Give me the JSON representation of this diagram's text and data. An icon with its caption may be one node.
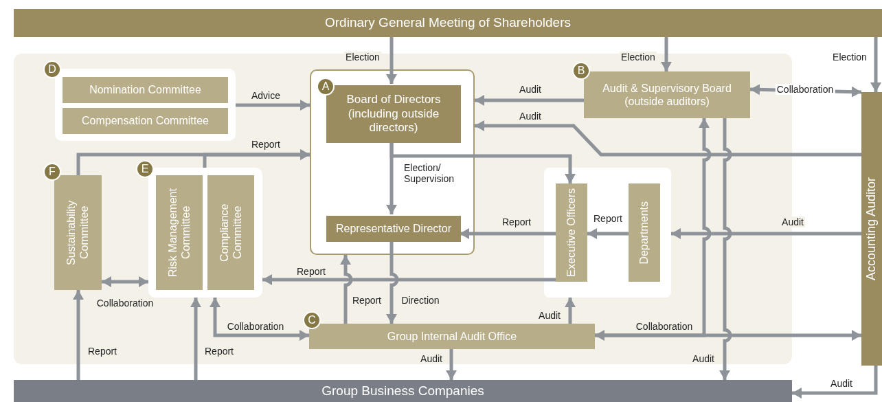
{
  "diagram": {
    "nodes": [
      {
        "text": [
          "Ordinary General Meeting of Shareholders"
        ]
      },
      {
        "text": [
          "D"
        ]
      },
      {
        "text": [
          "Nomination Committee"
        ],
        "in": 1
      },
      {
        "text": [
          "Compensation Committee"
        ],
        "in": 1
      },
      {
        "text": [
          "A"
        ]
      },
      {
        "text": [
          "Board of Directors (including outside directors)"
        ],
        "in": 4
      },
      {
        "text": [
          "Representative Director"
        ],
        "in": 4
      },
      {
        "text": [
          "B",
          "Audit & Supervisory Board (outside auditors)"
        ]
      },
      {
        "text": [
          "F",
          "Sustainability Committee"
        ]
      },
      {
        "text": [
          "E"
        ]
      },
      {
        "text": [
          "Risk Management Committee"
        ],
        "in": 9
      },
      {
        "text": [
          "Compliance Committee"
        ],
        "in": 9
      },
      {
        "text": [],
        "shape": "box"
      },
      {
        "text": [
          "Executive Officers"
        ],
        "in": 12
      },
      {
        "text": [
          "Departments"
        ],
        "in": 12
      },
      {
        "text": [
          "C",
          "Group Internal Audit Office"
        ]
      },
      {
        "text": [
          "Accounting Auditor"
        ]
      },
      {
        "text": [
          "Group Business Companies"
        ]
      }
    ],
    "edges": [
      {
        "from": 0,
        "to": 5,
        "arrow": "to",
        "label": "Election"
      },
      {
        "from": 0,
        "to": 7,
        "arrow": "to",
        "label": "Election"
      },
      {
        "from": 0,
        "to": 16,
        "arrow": "to",
        "label": "Election"
      },
      {
        "from": 1,
        "to": 4,
        "arrow": "to",
        "label": "Advice"
      },
      {
        "from": 7,
        "to": 4,
        "arrow": "to",
        "label": "Audit"
      },
      {
        "from": 16,
        "to": 4,
        "arrow": "to",
        "label": "Audit"
      },
      {
        "from": 7,
        "to": 16,
        "arrow": "both",
        "label": "Collaboration"
      },
      {
        "from": 8,
        "to": 4,
        "arrow": "to",
        "label": "Report"
      },
      {
        "from": 9,
        "to": 4,
        "arrow": "to"
      },
      {
        "from": 5,
        "to": 6,
        "arrow": "to",
        "label": "Election/ Supervision"
      },
      {
        "from": 5,
        "to": 13,
        "arrow": "to"
      },
      {
        "from": 13,
        "to": 6,
        "arrow": "to",
        "label": "Report"
      },
      {
        "from": 14,
        "to": 13,
        "arrow": "to",
        "label": "Report"
      },
      {
        "from": 16,
        "to": 12,
        "arrow": "to",
        "label": "Audit"
      },
      {
        "from": 13,
        "to": 9,
        "arrow": "to",
        "label": "Report"
      },
      {
        "from": 15,
        "to": 4,
        "arrow": "to",
        "label": "Report"
      },
      {
        "from": 6,
        "to": 15,
        "arrow": "to",
        "label": "Direction"
      },
      {
        "from": 15,
        "to": 12,
        "arrow": "to",
        "label": "Audit"
      },
      {
        "from": 15,
        "to": 17,
        "arrow": "to",
        "label": "Audit"
      },
      {
        "from": 9,
        "to": 15,
        "arrow": "both",
        "label": "Collaboration"
      },
      {
        "from": 8,
        "to": 9,
        "arrow": "both",
        "label": "Collaboration"
      },
      {
        "from": 17,
        "to": 8,
        "arrow": "to",
        "label": "Report"
      },
      {
        "from": 17,
        "to": 9,
        "arrow": "to",
        "label": "Report"
      },
      {
        "from": 15,
        "to": 16,
        "arrow": "both",
        "label": "Collaboration"
      },
      {
        "from": 15,
        "to": 7,
        "arrow": "to"
      },
      {
        "from": 7,
        "to": 17,
        "arrow": "to",
        "label": "Audit"
      },
      {
        "from": 16,
        "to": 17,
        "arrow": "to",
        "label": "Audit"
      }
    ]
  }
}
